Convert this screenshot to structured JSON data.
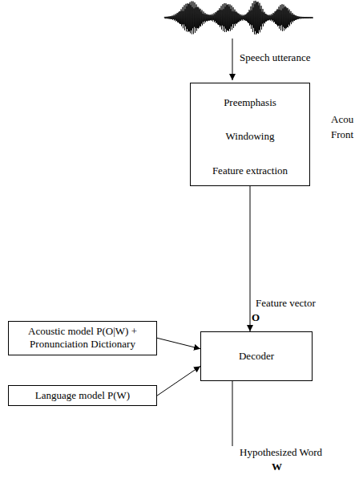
{
  "diagram": {
    "nodes": [
      {
        "text": [
          "Preemphasis",
          "Windowing",
          "Feature extraction"
        ]
      },
      {
        "text": [
          "Acoustic model P(O|W) + Pronunciation Dictionary"
        ]
      },
      {
        "text": [
          "Decoder"
        ]
      },
      {
        "text": [
          "Language model P(W)"
        ]
      }
    ],
    "edges": [
      {
        "from": 0,
        "to": 2,
        "arrow": "to",
        "label": "Feature vector"
      },
      {
        "from": 1,
        "to": 2,
        "arrow": "to"
      },
      {
        "from": 3,
        "to": 2,
        "arrow": "to"
      }
    ],
    "labels": [
      "Speech utterance",
      "Acou",
      "Front",
      "O",
      "Hypothesized Word",
      "W"
    ]
  }
}
